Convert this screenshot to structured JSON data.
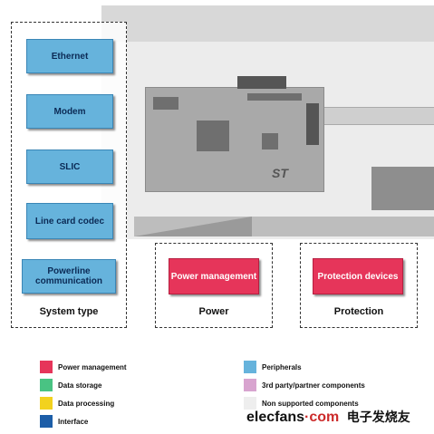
{
  "groups": {
    "system_type": {
      "label": "System type",
      "blocks": [
        "Ethernet",
        "Modem",
        "SLIC",
        "Line card codec",
        "Powerline communication"
      ]
    },
    "power": {
      "label": "Power",
      "block": "Power management"
    },
    "protection": {
      "label": "Protection",
      "block": "Protection devices"
    }
  },
  "legend": [
    {
      "label": "Power management",
      "color": "#e6355a"
    },
    {
      "label": "Data storage",
      "color": "#49c383"
    },
    {
      "label": "Data processing",
      "color": "#f2d21e"
    },
    {
      "label": "Interface",
      "color": "#1d5ea8"
    },
    {
      "label": "Peripherals",
      "color": "#66b3dc"
    },
    {
      "label": "3rd party/partner components",
      "color": "#d8a4cf"
    },
    {
      "label": "Non supported components",
      "color": "#eeeeee"
    }
  ],
  "photo": {
    "logo_text": "ST"
  },
  "watermark": {
    "brand_a": "elecfans",
    "brand_b": "·com",
    "brand_cn": "电子发烧友"
  }
}
